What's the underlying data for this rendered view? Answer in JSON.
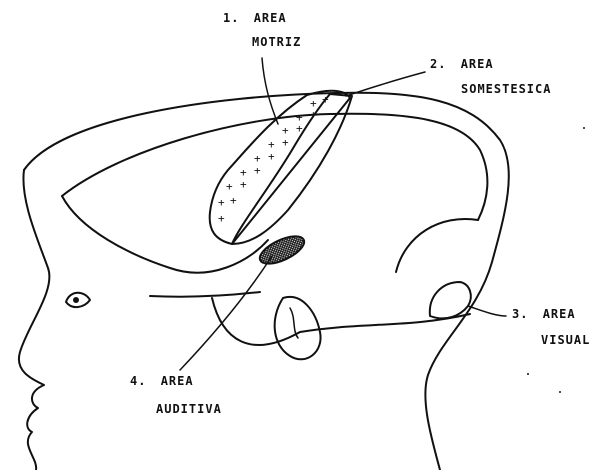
{
  "labels": {
    "motor": {
      "number": "1.",
      "line1": "AREA",
      "line2": "MOTRIZ"
    },
    "somesthetic": {
      "number": "2.",
      "line1": "AREA",
      "line2": "SOMESTESICA"
    },
    "visual": {
      "number": "3.",
      "line1": "AREA",
      "line2": "VISUAL"
    },
    "auditory": {
      "number": "4.",
      "line1": "AREA",
      "line2": "AUDITIVA"
    }
  },
  "colors": {
    "ink": "#111111",
    "background": "#ffffff"
  }
}
